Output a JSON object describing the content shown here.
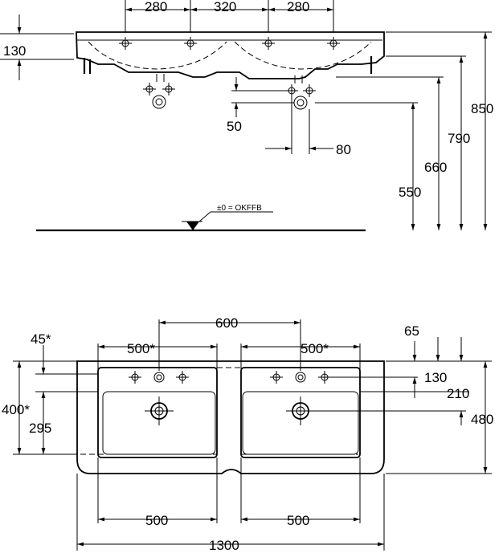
{
  "side_view": {
    "dims": {
      "top_left_280": "280",
      "top_mid_320": "320",
      "top_right_280": "280",
      "thickness_130": "130",
      "height_850": "850",
      "height_790": "790",
      "height_660": "660",
      "height_550": "550",
      "offset_50": "50",
      "offset_80": "80"
    },
    "floor_label": "±0 = OKFFB"
  },
  "plan_view": {
    "dims": {
      "centers_600": "600",
      "bowl_left_500_star": "500*",
      "bowl_right_500_star": "500*",
      "edge_45_star": "45*",
      "depth_400_star": "400*",
      "depth_295": "295",
      "offset_65": "65",
      "offset_130": "130",
      "offset_210": "210",
      "depth_480": "480",
      "bowl_left_500": "500",
      "bowl_right_500": "500",
      "total_1300": "1300"
    }
  }
}
